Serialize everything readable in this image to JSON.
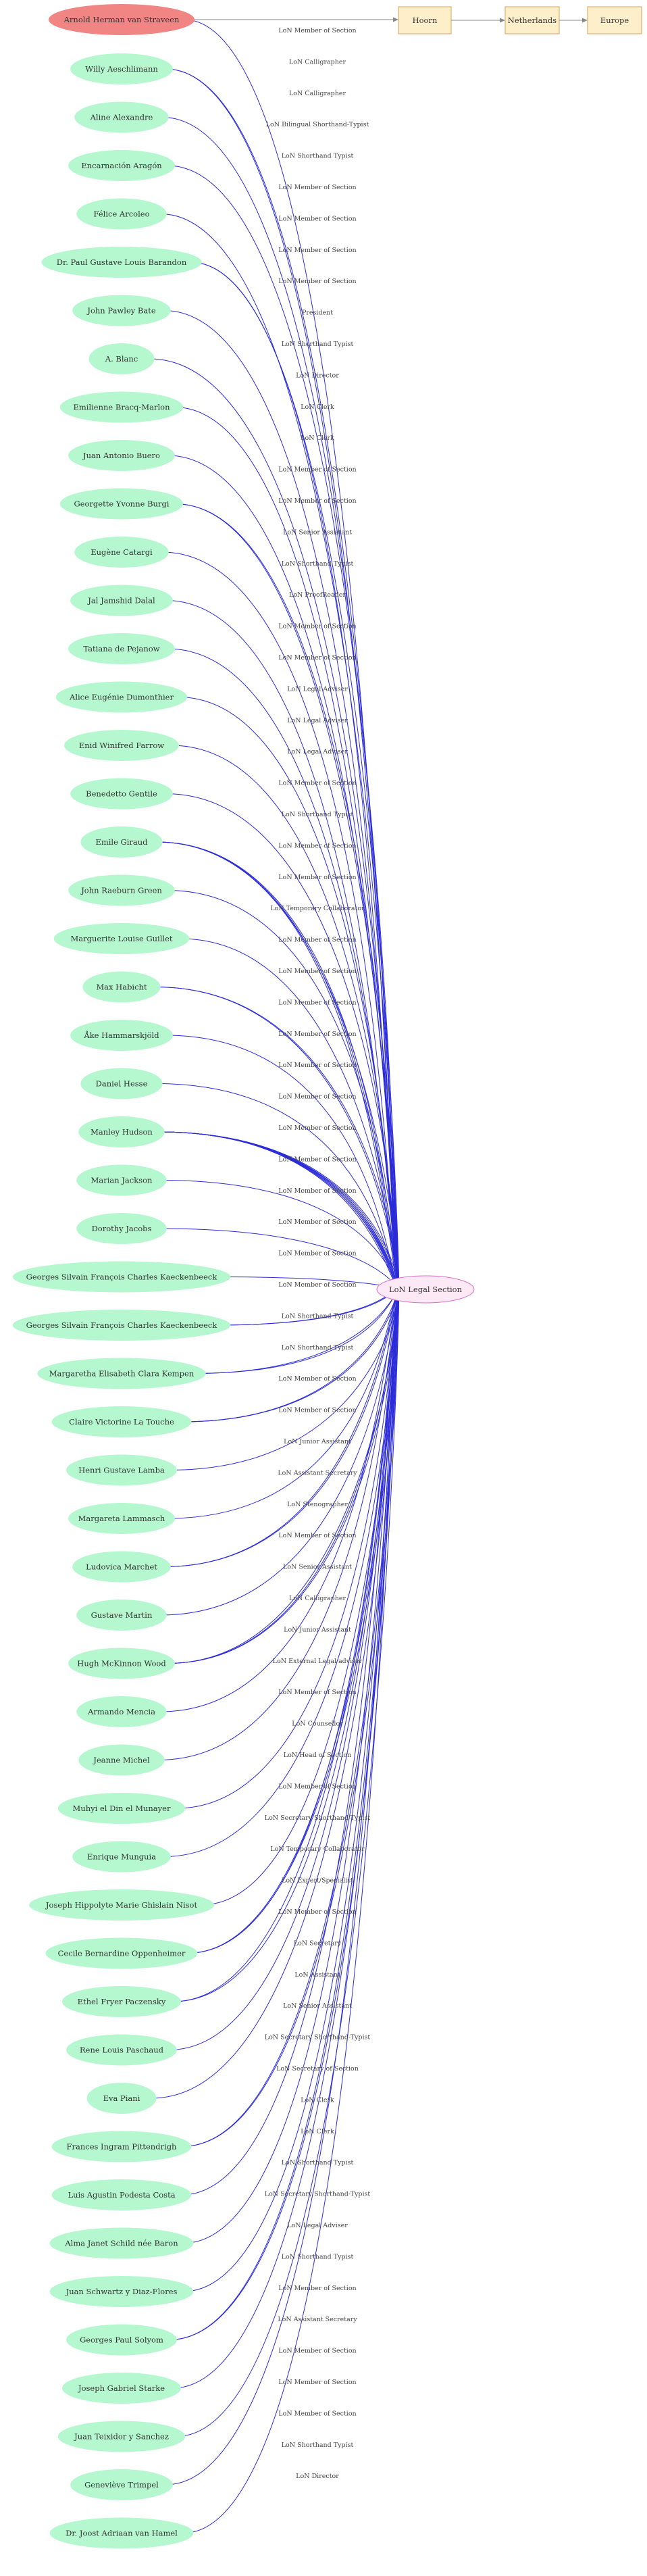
{
  "colors": {
    "edge": "#2b2bd9",
    "edge_gray": "#8a8a8a",
    "person_fill": "#b5f7cf",
    "focus_fill": "#f08584",
    "place_fill": "#fdefc9",
    "place_stroke": "#d9a05b",
    "target_fill": "#fde8f5",
    "target_stroke": "#d86fc4"
  },
  "focus_node": {
    "id": "arnold",
    "label": "Arnold Herman van Straveen"
  },
  "target_node": {
    "id": "section",
    "label": "LoN Legal Section"
  },
  "place_chain": [
    {
      "id": "hoorn",
      "label": "Hoorn"
    },
    {
      "id": "netherlands",
      "label": "Netherlands"
    },
    {
      "id": "europe",
      "label": "Europe"
    }
  ],
  "people": [
    {
      "id": "p0",
      "label": "Willy Aeschlimann"
    },
    {
      "id": "p1",
      "label": "Aline Alexandre"
    },
    {
      "id": "p2",
      "label": "Encarnación Aragón"
    },
    {
      "id": "p3",
      "label": "Félice Arcoleo"
    },
    {
      "id": "p4",
      "label": "Dr. Paul Gustave Louis Barandon"
    },
    {
      "id": "p5",
      "label": "John Pawley Bate"
    },
    {
      "id": "p6",
      "label": "A. Blanc"
    },
    {
      "id": "p7",
      "label": "Emilienne Bracq-Marlon"
    },
    {
      "id": "p8",
      "label": "Juan Antonio Buero"
    },
    {
      "id": "p9",
      "label": "Georgette Yvonne Burgi"
    },
    {
      "id": "p10",
      "label": "Eugène  Catargi"
    },
    {
      "id": "p11",
      "label": "Jal Jamshid Dalal"
    },
    {
      "id": "p12",
      "label": "Tatiana de Pejanow"
    },
    {
      "id": "p13",
      "label": "Alice Eugénie Dumonthier"
    },
    {
      "id": "p14",
      "label": "Enid Winifred Farrow"
    },
    {
      "id": "p15",
      "label": "Benedetto Gentile"
    },
    {
      "id": "p16",
      "label": "Emile Giraud"
    },
    {
      "id": "p17",
      "label": "John Raeburn Green"
    },
    {
      "id": "p18",
      "label": "Marguerite Louise Guillet"
    },
    {
      "id": "p19",
      "label": "Max Habicht"
    },
    {
      "id": "p20",
      "label": "Åke  Hammarskjöld"
    },
    {
      "id": "p21",
      "label": "Daniel Hesse"
    },
    {
      "id": "p22",
      "label": "Manley Hudson"
    },
    {
      "id": "p23",
      "label": "Marian Jackson"
    },
    {
      "id": "p24",
      "label": "Dorothy Jacobs"
    },
    {
      "id": "p25",
      "label": "Georges Silvain François Charles Kaeckenbeeck"
    },
    {
      "id": "p26",
      "label": "Georges Silvain François Charles Kaeckenbeeck"
    },
    {
      "id": "p27",
      "label": "Margaretha Elisabeth Clara Kempen"
    },
    {
      "id": "p28",
      "label": "Claire Victorine La Touche"
    },
    {
      "id": "p29",
      "label": "Henri Gustave Lamba"
    },
    {
      "id": "p30",
      "label": "Margareta Lammasch"
    },
    {
      "id": "p31",
      "label": "Ludovica Marchet"
    },
    {
      "id": "p32",
      "label": "Gustave Martin"
    },
    {
      "id": "p33",
      "label": "Hugh McKinnon Wood"
    },
    {
      "id": "p34",
      "label": "Armando Mencia"
    },
    {
      "id": "p35",
      "label": "Jeanne Michel"
    },
    {
      "id": "p36",
      "label": "Muhyi el Din el Munayer"
    },
    {
      "id": "p37",
      "label": "Enrique  Munguia"
    },
    {
      "id": "p38",
      "label": "Joseph Hippolyte Marie Ghislain Nisot"
    },
    {
      "id": "p39",
      "label": "Cecile Bernardine Oppenheimer"
    },
    {
      "id": "p40",
      "label": "Ethel Fryer Paczensky"
    },
    {
      "id": "p41",
      "label": "Rene Louis Paschaud"
    },
    {
      "id": "p42",
      "label": "Eva Piani"
    },
    {
      "id": "p43",
      "label": "Frances Ingram Pittendrigh"
    },
    {
      "id": "p44",
      "label": "Luis Agustin Podesta Costa"
    },
    {
      "id": "p45",
      "label": "Alma Janet Schild née Baron"
    },
    {
      "id": "p46",
      "label": "Juan Schwartz y Diaz-Flores"
    },
    {
      "id": "p47",
      "label": "Georges Paul Solyom"
    },
    {
      "id": "p48",
      "label": "Joseph Gabriel Starke"
    },
    {
      "id": "p49",
      "label": "Juan Teixidor y Sanchez"
    },
    {
      "id": "p50",
      "label": "Geneviève Trimpel"
    },
    {
      "id": "p51",
      "label": "Dr. Joost Adriaan van Hamel"
    }
  ],
  "edges": [
    {
      "from": "arnold",
      "label": "LoN Member of Section"
    },
    {
      "from": "p0",
      "label": "LoN Calligrapher"
    },
    {
      "from": "p0",
      "label": "LoN Calligrapher"
    },
    {
      "from": "p1",
      "label": "LoN Bilingual Shorthand-Typist"
    },
    {
      "from": "p2",
      "label": "LoN Shorthand Typist"
    },
    {
      "from": "p3",
      "label": "LoN Member of Section"
    },
    {
      "from": "p4",
      "label": "LoN Member of Section"
    },
    {
      "from": "p4",
      "label": "LoN Member of Section"
    },
    {
      "from": "p5",
      "label": "LoN Member of Section"
    },
    {
      "from": "p6",
      "label": "President"
    },
    {
      "from": "p7",
      "label": "LoN Shorthand Typist"
    },
    {
      "from": "p8",
      "label": "LoN Director"
    },
    {
      "from": "p9",
      "label": "LoN Clerk"
    },
    {
      "from": "p9",
      "label": "LoN Clerk"
    },
    {
      "from": "p10",
      "label": "LoN Member of Section"
    },
    {
      "from": "p11",
      "label": "LoN Member of Section"
    },
    {
      "from": "p12",
      "label": "LoN Senior Assistant"
    },
    {
      "from": "p13",
      "label": "LoN Shorthand Typist"
    },
    {
      "from": "p14",
      "label": "LoN ProofReader"
    },
    {
      "from": "p15",
      "label": "LoN Member of Section"
    },
    {
      "from": "p16",
      "label": "LoN Member of Section"
    },
    {
      "from": "p16",
      "label": "LoN Legal Adviser"
    },
    {
      "from": "p16",
      "label": "LoN Legal Adviser"
    },
    {
      "from": "p16",
      "label": "LoN Legal Adviser"
    },
    {
      "from": "p17",
      "label": "LoN Member of Section"
    },
    {
      "from": "p18",
      "label": "LoN Shorthand Typist"
    },
    {
      "from": "p19",
      "label": "LoN Member of Section"
    },
    {
      "from": "p19",
      "label": "LoN Member of Section"
    },
    {
      "from": "p20",
      "label": "LoN Temporary Collaborator"
    },
    {
      "from": "p21",
      "label": "LoN Member of Section"
    },
    {
      "from": "p22",
      "label": "LoN Member of Section"
    },
    {
      "from": "p22",
      "label": "LoN Member of Section"
    },
    {
      "from": "p22",
      "label": "LoN Member of Section"
    },
    {
      "from": "p22",
      "label": "LoN Member of Section"
    },
    {
      "from": "p22",
      "label": "LoN Member of Section"
    },
    {
      "from": "p22",
      "label": "LoN Member of Section"
    },
    {
      "from": "p22",
      "label": "LoN Member of Section"
    },
    {
      "from": "p22",
      "label": "LoN Member of Section"
    },
    {
      "from": "p22",
      "label": "LoN Member of Section"
    },
    {
      "from": "p23",
      "label": "LoN Member of Section"
    },
    {
      "from": "p24",
      "label": "LoN Member of Section"
    },
    {
      "from": "p25",
      "label": "LoN Shorthand Typist"
    },
    {
      "from": "p26",
      "label": "LoN Shorthand Typist"
    },
    {
      "from": "p26",
      "label": "LoN Member of Section"
    },
    {
      "from": "p27",
      "label": "LoN Member of Section"
    },
    {
      "from": "p27",
      "label": "LoN Junior Assistant"
    },
    {
      "from": "p28",
      "label": "LoN Assistant Secretary"
    },
    {
      "from": "p28",
      "label": "LoN Stenographer"
    },
    {
      "from": "p29",
      "label": "LoN Member of Section"
    },
    {
      "from": "p30",
      "label": "LoN Senior Assistant"
    },
    {
      "from": "p31",
      "label": "LoN Calligrapher"
    },
    {
      "from": "p31",
      "label": "LoN Junior Assistant"
    },
    {
      "from": "p32",
      "label": "LoN External Legal adviser"
    },
    {
      "from": "p33",
      "label": "LoN Member of Section"
    },
    {
      "from": "p33",
      "label": "LoN Counsellor"
    },
    {
      "from": "p33",
      "label": "LoN Head of Section"
    },
    {
      "from": "p34",
      "label": "LoN Member of Section"
    },
    {
      "from": "p35",
      "label": "LoN Secretary Shorthand-Typist"
    },
    {
      "from": "p36",
      "label": "LoN Temporary Collaborator"
    },
    {
      "from": "p37",
      "label": "LoN Expert/Specialist"
    },
    {
      "from": "p38",
      "label": "LoN Member of Section"
    },
    {
      "from": "p39",
      "label": "LoN Secretary"
    },
    {
      "from": "p39",
      "label": "LoN Assistant"
    },
    {
      "from": "p39",
      "label": "LoN Senior Assistant"
    },
    {
      "from": "p40",
      "label": "LoN Secretary Shorthand-Typist"
    },
    {
      "from": "p40",
      "label": "LoN Secretary of Section"
    },
    {
      "from": "p41",
      "label": "LoN Clerk"
    },
    {
      "from": "p42",
      "label": "LoN Clerk"
    },
    {
      "from": "p43",
      "label": "LoN Shorthand Typist"
    },
    {
      "from": "p43",
      "label": "LoN Secretary Shorthand-Typist"
    },
    {
      "from": "p44",
      "label": "LoN Legal Adviser"
    },
    {
      "from": "p45",
      "label": "LoN Shorthand Typist"
    },
    {
      "from": "p46",
      "label": "LoN Member of Section"
    },
    {
      "from": "p47",
      "label": "LoN Assistant Secretary"
    },
    {
      "from": "p47",
      "label": "LoN Member of Section"
    },
    {
      "from": "p48",
      "label": "LoN Member of Section"
    },
    {
      "from": "p49",
      "label": "LoN Member of Section"
    },
    {
      "from": "p50",
      "label": "LoN Shorthand Typist"
    },
    {
      "from": "p51",
      "label": "LoN Director"
    }
  ]
}
